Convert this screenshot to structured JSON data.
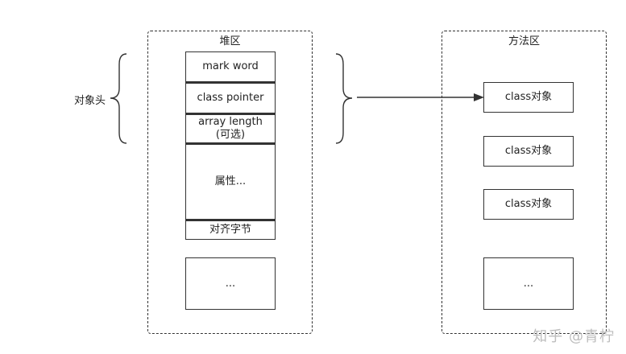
{
  "heap": {
    "title": "堆区",
    "object_header_label": "对象头",
    "fields": {
      "mark_word": "mark word",
      "class_pointer": "class pointer",
      "array_length": "array length\n(可选)",
      "attributes": "属性...",
      "padding": "对齐字节",
      "more": "..."
    }
  },
  "method_area": {
    "title": "方法区",
    "class_objects": [
      "class对象",
      "class对象",
      "class对象"
    ],
    "more": "..."
  },
  "watermark": "知乎 @青柠",
  "colors": {
    "stroke": "#333333",
    "background": "#ffffff",
    "watermark": "#bdbdbd"
  }
}
